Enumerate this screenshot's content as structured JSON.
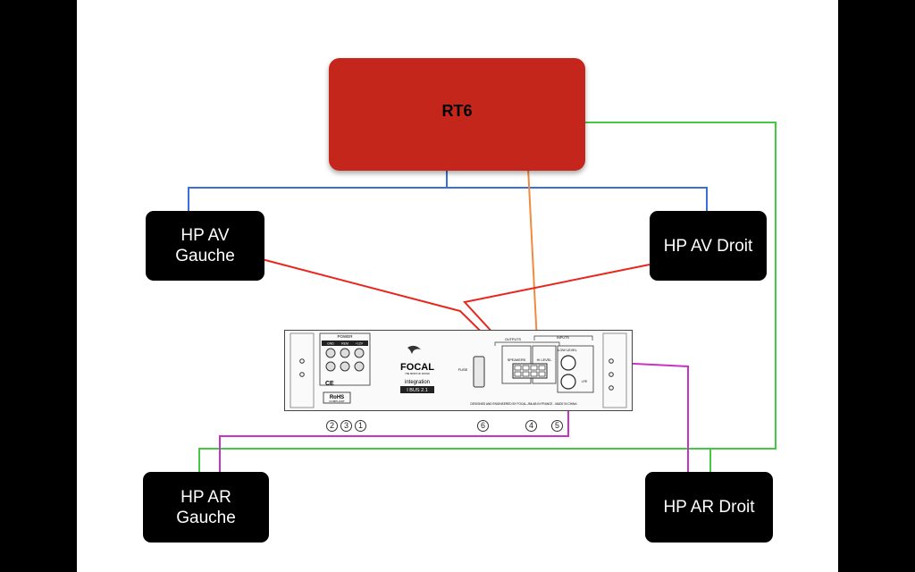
{
  "main_unit": {
    "label": "RT6",
    "color": "#c4261c"
  },
  "speakers": {
    "front_left": "HP AV\nGauche",
    "front_right": "HP AV Droit",
    "rear_left": "HP AR\nGauche",
    "rear_right": "HP AR Droit"
  },
  "amplifier": {
    "brand": "FOCAL",
    "brand_sub": "THE SPIRIT OF SOUND",
    "series": "integration",
    "model": "I BUS 2.1",
    "power_label": "POWER",
    "power_terminals": [
      "GND",
      "REM",
      "+12V"
    ],
    "outputs_label": "OUTPUTS",
    "inputs_label": "INPUTS",
    "speakers_label": "SPEAKERS",
    "hi_level_label": "HI LEVEL",
    "low_level_label": "LOW LEVEL",
    "fuse_label": "FUSE",
    "lfe_label": "LFE",
    "ce_mark": "CE",
    "rohs_label": "RoHS",
    "rohs_sub": "COMPLIANT",
    "footer": "DESIGNED AND ENGINEERED BY FOCAL-JMLAB IN FRANCE - MADE IN CHINA",
    "markers": [
      "2",
      "3",
      "1",
      "6",
      "4",
      "5"
    ]
  },
  "wire_colors": {
    "front_speakers": "#3a6fd8",
    "front_signal": "#e8261c",
    "hi_level": "#f08a3c",
    "rear_left_link": "#c533c8",
    "rear_right_link": "#44c844"
  }
}
